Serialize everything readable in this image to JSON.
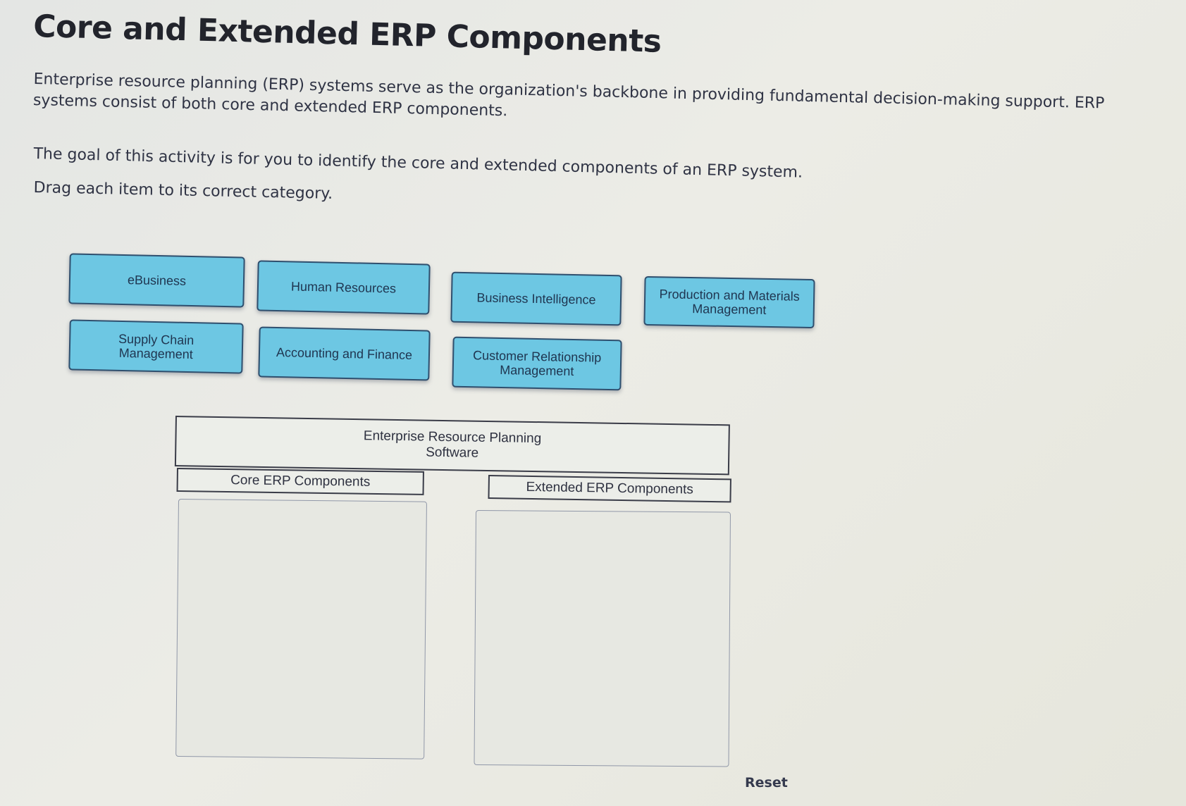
{
  "page": {
    "title": "Core and Extended ERP Components",
    "paragraphs": [
      "Enterprise resource planning (ERP) systems serve as the organization's backbone in providing fundamental decision-making support. ERP systems consist of both core and extended ERP components.",
      "The goal of this activity is for you to identify the core and extended components of an ERP system.",
      "Drag each item to its correct category."
    ]
  },
  "items": [
    {
      "label_line1": "eBusiness",
      "label_line2": ""
    },
    {
      "label_line1": "Human Resources",
      "label_line2": ""
    },
    {
      "label_line1": "Business Intelligence",
      "label_line2": ""
    },
    {
      "label_line1": "Production and Materials",
      "label_line2": "Management"
    },
    {
      "label_line1": "Supply Chain",
      "label_line2": "Management"
    },
    {
      "label_line1": "Accounting and Finance",
      "label_line2": ""
    },
    {
      "label_line1": "Customer Relationship",
      "label_line2": "Management"
    }
  ],
  "diagram": {
    "root_line1": "Enterprise Resource Planning",
    "root_line2": "Software",
    "categories": [
      {
        "label": "Core ERP Components"
      },
      {
        "label": "Extended ERP Components"
      }
    ]
  },
  "colors": {
    "tile_bg": "#6dc7e3",
    "tile_border": "#2f4f6e",
    "background": "#e9e9e3"
  },
  "actions": {
    "reset_label": "Reset"
  }
}
